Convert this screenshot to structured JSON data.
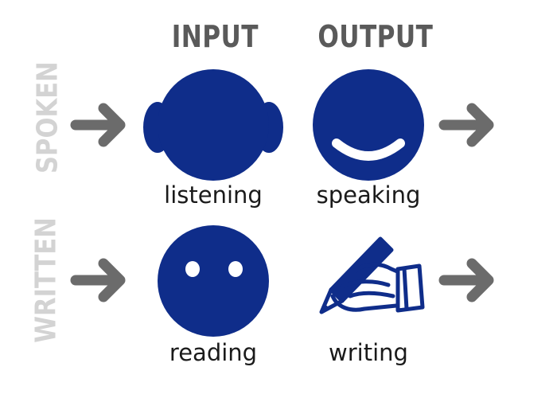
{
  "headers": {
    "input": "INPUT",
    "output": "OUTPUT"
  },
  "rows": {
    "spoken": "SPOKEN",
    "written": "WRITTEN"
  },
  "labels": {
    "listening": "listening",
    "speaking": "speaking",
    "reading": "reading",
    "writing": "writing"
  },
  "icons": {
    "listening": "head-with-ears-icon",
    "speaking": "smiling-mouth-icon",
    "reading": "eyes-icon",
    "writing": "hand-writing-pen-icon",
    "arrow": "arrow-right-icon"
  },
  "colors": {
    "icon_blue": "#0f2d8a",
    "header_gray": "#5a5a5a",
    "row_label_gray": "#d3d3d3",
    "arrow_gray": "#6b6b6b",
    "label_text": "#1a1a1a"
  }
}
